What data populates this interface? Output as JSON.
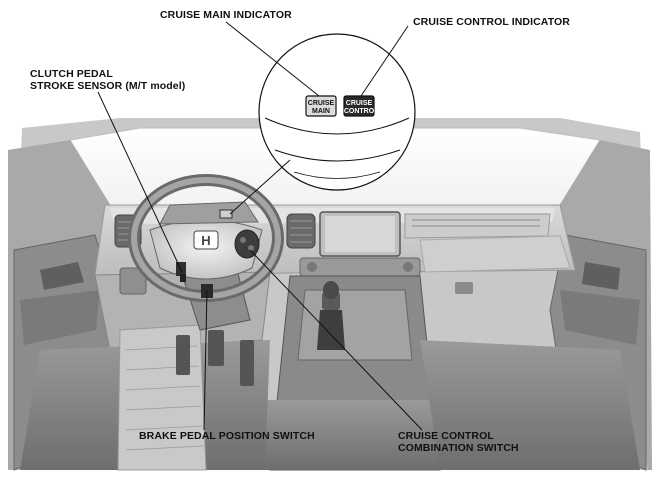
{
  "labels": {
    "cruise_main_indicator": "CRUISE MAIN INDICATOR",
    "cruise_control_indicator": "CRUISE CONTROL INDICATOR",
    "clutch_pedal_line1": "CLUTCH PEDAL",
    "clutch_pedal_line2": "STROKE SENSOR (M/T model)",
    "brake_pedal_switch": "BRAKE PEDAL POSITION SWITCH",
    "combination_switch_line1": "CRUISE CONTROL",
    "combination_switch_line2": "COMBINATION SWITCH"
  },
  "indicators": {
    "main_line1": "CRUISE",
    "main_line2": "MAIN",
    "control_line1": "CRUISE",
    "control_line2": "CONTRO"
  },
  "steering_logo": "H",
  "colors": {
    "main_indicator_bg": "#dcdcdc",
    "control_indicator_bg": "#2a2a2a",
    "leader_line": "#111111"
  },
  "icons": [
    "cruise-main-indicator-icon",
    "cruise-control-indicator-icon"
  ]
}
